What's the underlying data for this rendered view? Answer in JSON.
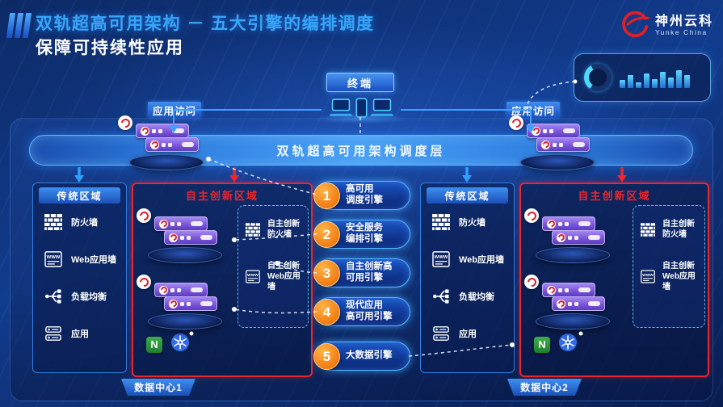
{
  "colors": {
    "accent": "#38a6f8",
    "red": "#e8272e",
    "orange": "#f5871e",
    "cyan": "#5fd8ff",
    "purple": "#7b57d8",
    "green": "#2f9e3f",
    "k8sblue": "#326ce5"
  },
  "header": {
    "title_line1": "双轨超高可用架构 － 五大引擎的编排调度",
    "title_line2": "保障可持续性应用",
    "logo_name": "神州云科",
    "logo_sub": "Yunke China"
  },
  "top": {
    "terminal_label": "终端",
    "access_left_label": "应用访问",
    "access_right_label": "应用访问"
  },
  "scheduler": {
    "label": "双轨超高可用架构调度层"
  },
  "engines": [
    {
      "num": "1",
      "label": "高可用\n调度引擎"
    },
    {
      "num": "2",
      "label": "安全服务\n编排引擎"
    },
    {
      "num": "3",
      "label": "自主创新高\n可用引擎"
    },
    {
      "num": "4",
      "label": "现代应用\n高可用引擎"
    },
    {
      "num": "5",
      "label": "大数据引擎"
    }
  ],
  "datacenters": [
    {
      "label": "数据中心1",
      "traditional": {
        "title": "传统区域",
        "items": [
          {
            "icon": "firewall-icon",
            "label": "防火墙"
          },
          {
            "icon": "web-app-wall-icon",
            "label": "Web应用墙"
          },
          {
            "icon": "load-balancer-icon",
            "label": "负载均衡"
          },
          {
            "icon": "app-icon",
            "label": "应用"
          }
        ]
      },
      "innovation": {
        "title": "自主创新区域",
        "items": [
          {
            "icon": "firewall-icon",
            "label": "自主创新\n防火墙"
          },
          {
            "icon": "web-app-wall-icon",
            "label": "自主创新\nWeb应用墙"
          }
        ]
      }
    },
    {
      "label": "数据中心2",
      "traditional": {
        "title": "传统区域",
        "items": [
          {
            "icon": "firewall-icon",
            "label": "防火墙"
          },
          {
            "icon": "web-app-wall-icon",
            "label": "Web应用墙"
          },
          {
            "icon": "load-balancer-icon",
            "label": "负载均衡"
          },
          {
            "icon": "app-icon",
            "label": "应用"
          }
        ]
      },
      "innovation": {
        "title": "自主创新区域",
        "items": [
          {
            "icon": "firewall-icon",
            "label": "自主创新\n防火墙"
          },
          {
            "icon": "web-app-wall-icon",
            "label": "自主创新\nWeb应用墙"
          }
        ]
      }
    }
  ],
  "icons": {
    "nginx_letter": "N",
    "firewall-icon": "brick wall",
    "web-app-wall-icon": "WWW box",
    "load-balancer-icon": "branching arrows",
    "app-icon": "stacked servers",
    "kubernetes-icon": "helm wheel",
    "adc-cluster-icon": "purple server stack on disc",
    "terminal-devices-icon": "laptops and phone",
    "monitor-widget-icon": "gauge and bar chart"
  }
}
